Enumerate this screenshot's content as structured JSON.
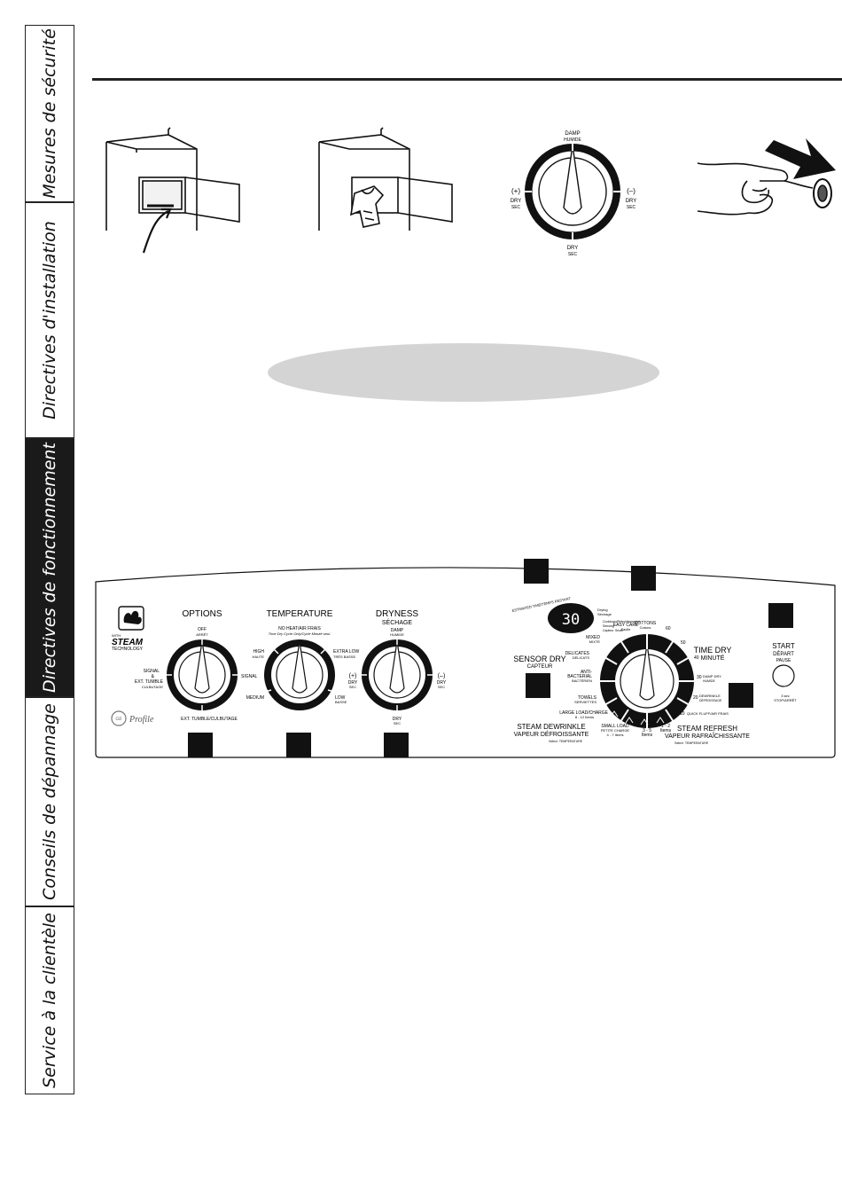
{
  "side_tabs": [
    "Mesures de sécurité",
    "Directives d'installation",
    "Directives de fonctionnement",
    "Conseils de dépannage",
    "Service à la clientèle"
  ],
  "mini_dial": {
    "top": "DAMP",
    "top2": "HUMIDE",
    "left": "(+)",
    "left2": "DRY",
    "left3": "SEC",
    "right": "(–)",
    "right2": "DRY",
    "right3": "SEC",
    "bottom": "DRY",
    "bottom2": "SEC"
  },
  "panel": {
    "brand_with": "WITH",
    "brand_steam": "STEAM",
    "brand_tech": "TECHNOLOGY",
    "brand_ge": "GE",
    "brand_profile": "Profile",
    "options": {
      "title": "OPTIONS",
      "off": "OFF",
      "off2": "ARRÊT",
      "signal_left": "SIGNAL",
      "signal_amp": "&",
      "ext_tumble": "EXT. TUMBLE",
      "culbutage": "CULBUTAGE",
      "signal_right": "SIGNAL",
      "bottom": "EXT. TUMBLE/CULBUTAGE"
    },
    "temperature": {
      "title": "TEMPERATURE",
      "noheat": "NO HEAT/AIR FRAIS",
      "noheat_sub": "Time Dry Cycle Only/Cycle Minuté seul.",
      "high": "HIGH",
      "high2": "HAUTE",
      "extralow": "EXTRA LOW",
      "extralow2": "TRÈS BASSE",
      "medium": "MEDIUM",
      "low": "LOW",
      "low2": "BASSE"
    },
    "dryness": {
      "title": "DRYNESS",
      "title2": "SÉCHAGE",
      "damp": "DAMP",
      "damp2": "HUMIDE",
      "plus": "(+)",
      "plus2": "DRY",
      "plus3": "SEC",
      "minus": "(–)",
      "minus2": "DRY",
      "minus3": "SEC",
      "dry": "DRY",
      "dry2": "SEC"
    },
    "display": {
      "value": "30",
      "est_time": "ESTIMATED TIME/TEMPS RESTANT",
      "drying": "Drying",
      "sechage": "Séchage"
    },
    "sensor_dry": "SENSOR DRY",
    "capteur": "CAPTEUR",
    "cycles": {
      "mixed": "MIXED",
      "mixte": "MIXTE",
      "delicates": "DELICATES",
      "delicat": "DÉLICATS",
      "anti": "ANTI-",
      "bacterial": "BACTERIAL",
      "bacterien": "BACTÉRIEN",
      "towels": "TOWELS",
      "serviettes": "SERVIETTES",
      "large": "LARGE LOAD/CHARGE",
      "large2": "8 - 12 Items",
      "small": "SMALL LOAD",
      "small2": "PETITE CHARGE",
      "small3": "4 - 7 Items",
      "three": "3 - 5",
      "three2": "Items",
      "one": "1 - 2",
      "one2": "Items",
      "easycare": "EASY CARE",
      "easycare2": "Facile",
      "cottons": "COTTONS",
      "cottons2": "Cotons",
      "cooldown": "Cooldown/Refroidissement",
      "sensing": "Sensing",
      "capteur": "Capteur",
      "smart": "Smart"
    },
    "time_dry": "TIME DRY",
    "minute": "MINUTÉ",
    "times": {
      "t60": "60",
      "t50": "50",
      "t40": "40",
      "t30": "30",
      "t20": "20",
      "t10": "10",
      "damp": "DAMP DRY",
      "damp2": "HUMIDE",
      "dewr": "DEWRINKLE",
      "dewr2": "DÉFROISSAGE",
      "fluff": "QUICK FLUFF/AIR FRAIS"
    },
    "start": "START",
    "depart": "DÉPART",
    "pause": "PAUSE",
    "hold": "3 sec",
    "stop": "STOP/ARRÊT",
    "steam_dewrinkle": "STEAM DEWRINKLE",
    "vapeur_def": "VAPEUR DÉFROISSANTE",
    "steam_refresh": "STEAM REFRESH",
    "vapeur_raf": "VAPEUR RAFRAÎCHISSANTE",
    "select_note": "Select",
    "select_temp": "TEMPERATURE"
  }
}
